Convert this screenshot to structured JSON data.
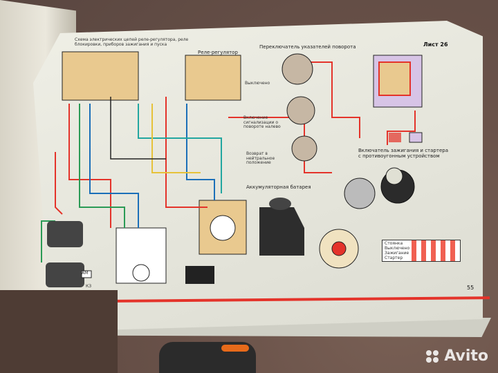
{
  "page": {
    "header_left": "Схема электрических цепей реле-регулятора, реле блокировки, приборов зажигания и пуска",
    "relay_label": "Реле-регулятор",
    "turn_switch_title": "Переключатель указателей поворота",
    "sheet": "Лист 26",
    "battery_title": "Аккумуляторная батарея",
    "ignition_title": "Включатель зажигания и стартера с противоугонным устройством",
    "switch_labels": [
      "Выключено",
      "Включение сигнализации о повороте налево",
      "Возврат в нейтральное положение"
    ],
    "page_number": "55",
    "table_rows": [
      "Стоянка",
      "Выключено",
      "Зажигание",
      "Стартер"
    ],
    "ke_label": "КЗ",
    "am_label": "АМ"
  },
  "colors": {
    "red": "#e4332a",
    "blue": "#1b6fb8",
    "green": "#2a9a55",
    "teal": "#22a6a0",
    "yellow": "#e6c23a",
    "dark": "#222222",
    "box": "#e9c98f"
  },
  "watermark": {
    "text": "Avito"
  }
}
